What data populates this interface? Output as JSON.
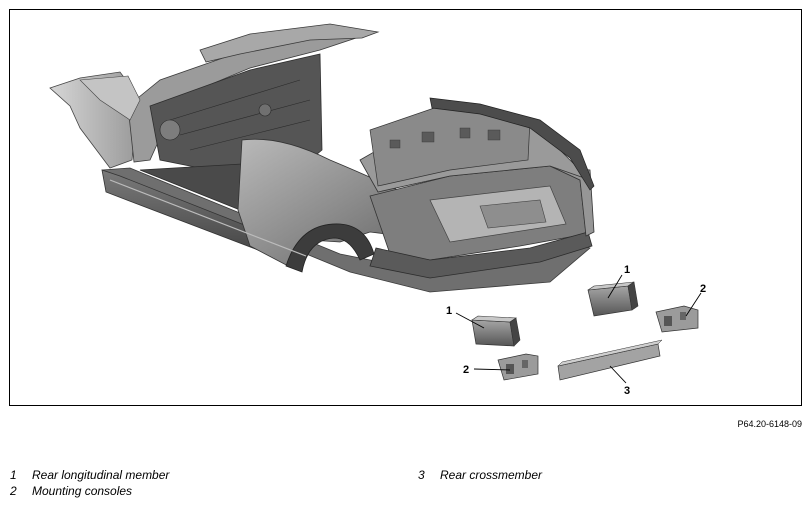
{
  "figure": {
    "reference": "P64.20-6148-09",
    "callouts": [
      {
        "num": "1",
        "part": "rear-longitudinal-member-left"
      },
      {
        "num": "1",
        "part": "rear-longitudinal-member-right"
      },
      {
        "num": "2",
        "part": "mounting-console-left"
      },
      {
        "num": "2",
        "part": "mounting-console-right"
      },
      {
        "num": "3",
        "part": "rear-crossmember"
      }
    ]
  },
  "legend": [
    {
      "num": "1",
      "label": "Rear longitudinal member"
    },
    {
      "num": "2",
      "label": "Mounting consoles"
    },
    {
      "num": "3",
      "label": "Rear crossmember"
    }
  ]
}
